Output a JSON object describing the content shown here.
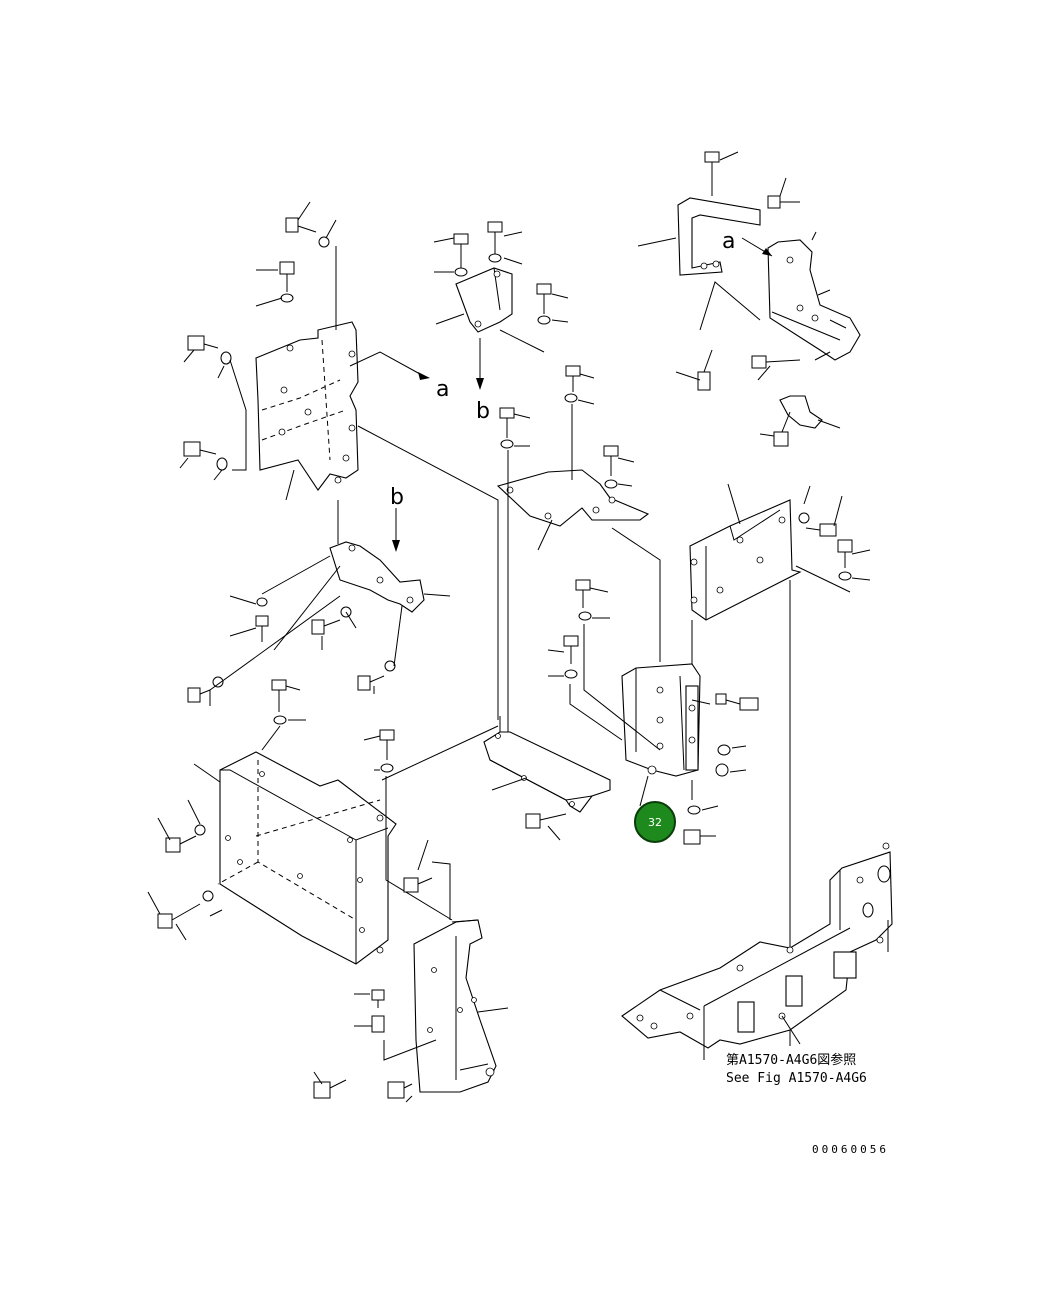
{
  "view_labels": {
    "a_upper_right": "a",
    "a_left": "a",
    "b_center": "b",
    "b_left": "b"
  },
  "callout": {
    "number": "32",
    "color": "#1e8a1e"
  },
  "see_reference": {
    "line_jp": "第A1570-A4G6図参照",
    "line_en": "See Fig A1570-A4G6"
  },
  "drawing_code": "00060056"
}
